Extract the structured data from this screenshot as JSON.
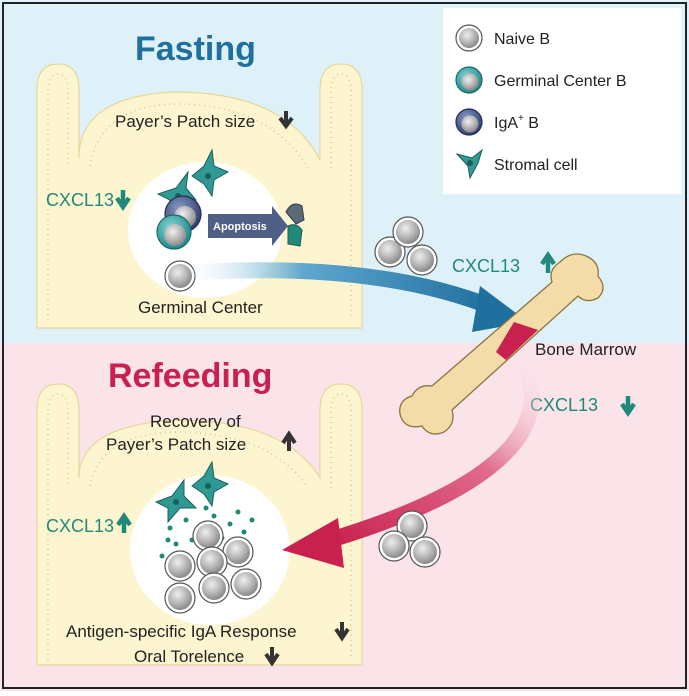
{
  "top_panel": {
    "title": "Fasting",
    "patch_label": "Payer’s Patch size",
    "cxcl13_left": "CXCL13",
    "apoptosis": "Apoptosis",
    "germinal_center": "Germinal Center"
  },
  "bottom_panel": {
    "title": "Refeeding",
    "recovery_line1": "Recovery of",
    "recovery_line2": "Payer’s Patch size",
    "cxcl13_left": "CXCL13",
    "response_line1": "Antigen-specific IgA Response",
    "response_line2": "Oral Torelence"
  },
  "bone_marrow": {
    "label": "Bone Marrow",
    "cxcl13_up": "CXCL13",
    "cxcl13_down": "CXCL13"
  },
  "legend": {
    "items": [
      {
        "label": "Naive B",
        "icon": "naive-b-cell-icon"
      },
      {
        "label": "Germinal Center B",
        "icon": "germinal-center-b-cell-icon"
      },
      {
        "label": "IgA",
        "superscript": "+",
        "label_suffix": " B",
        "icon": "iga-b-cell-icon"
      },
      {
        "label": "Stromal cell",
        "icon": "stromal-cell-icon"
      }
    ]
  },
  "colors": {
    "fasting_bg": "#dff1f8",
    "refeeding_bg": "#fbe3ea",
    "tissue": "#fdf5d0",
    "fasting_title": "#1f6f9f",
    "refeeding_title": "#c8214f",
    "cxcl13": "#1f8a7a",
    "blue_arrow": "#2a7fb0",
    "red_arrow": "#c8214f",
    "bone": "#f3dca8"
  }
}
